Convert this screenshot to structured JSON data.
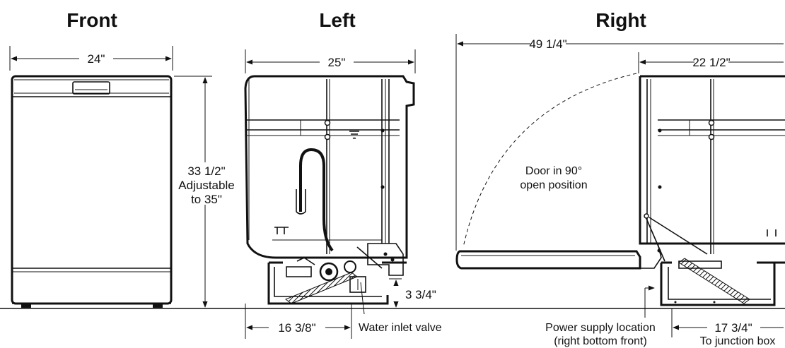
{
  "titles": {
    "front": "Front",
    "left": "Left",
    "right": "Right"
  },
  "front": {
    "width": "24\"",
    "height": "33 1/2\"",
    "height_note_1": "Adjustable",
    "height_note_2": "to 35\""
  },
  "left": {
    "depth": "25\"",
    "inlet_offset": "16 3/8\"",
    "inlet_height": "3 3/4\"",
    "inlet_label": "Water inlet valve"
  },
  "right": {
    "door_open_depth": "49 1/4\"",
    "cabinet_depth": "22 1/2\"",
    "door_label_1": "Door in 90°",
    "door_label_2": "open position",
    "power_label_1": "Power supply location",
    "power_label_2": "(right bottom front)",
    "junction_offset": "17 3/4\"",
    "junction_label": "To junction box"
  }
}
